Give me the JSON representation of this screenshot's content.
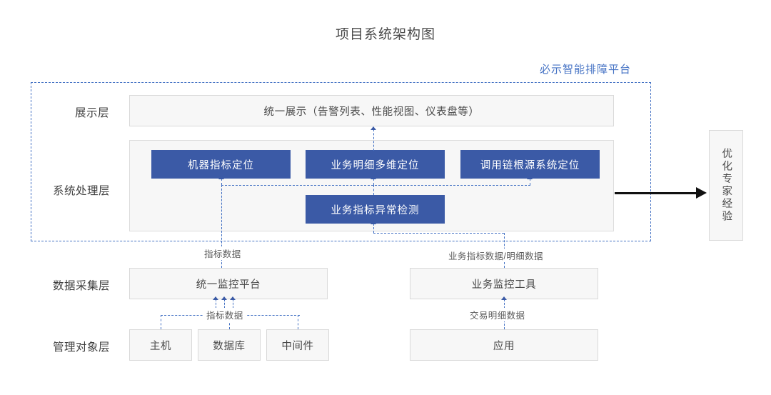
{
  "title": "项目系统架构图",
  "platform": {
    "label": "必示智能排障平台"
  },
  "layers": [
    {
      "key": "display",
      "label": "展示层"
    },
    {
      "key": "process",
      "label": "系统处理层"
    },
    {
      "key": "collect",
      "label": "数据采集层"
    },
    {
      "key": "manage",
      "label": "管理对象层"
    }
  ],
  "display_layer": {
    "box": "统一展示（告警列表、性能视图、仪表盘等）"
  },
  "process_layer": {
    "boxes": [
      "机器指标定位",
      "业务明细多维定位",
      "调用链根源系统定位",
      "业务指标异常检测"
    ]
  },
  "collect_layer": {
    "boxes": [
      "统一监控平台",
      "业务监控工具"
    ]
  },
  "manage_layer": {
    "boxes": [
      "主机",
      "数据库",
      "中间件",
      "应用"
    ]
  },
  "expert_box": {
    "label": "优化专家经验"
  },
  "edge_captions": {
    "process_to_collect_left": "指标数据",
    "process_to_collect_right": "业务指标数据/明细数据",
    "collect_to_manage_left": "指标数据",
    "collect_to_manage_right": "交易明细数据"
  },
  "colors": {
    "accent_blue": "#3b5aa6",
    "platform_blue": "#4472c4",
    "box_gray": "#f7f7f7",
    "border_gray": "#d9d9d9",
    "arrow_black": "#111111"
  }
}
